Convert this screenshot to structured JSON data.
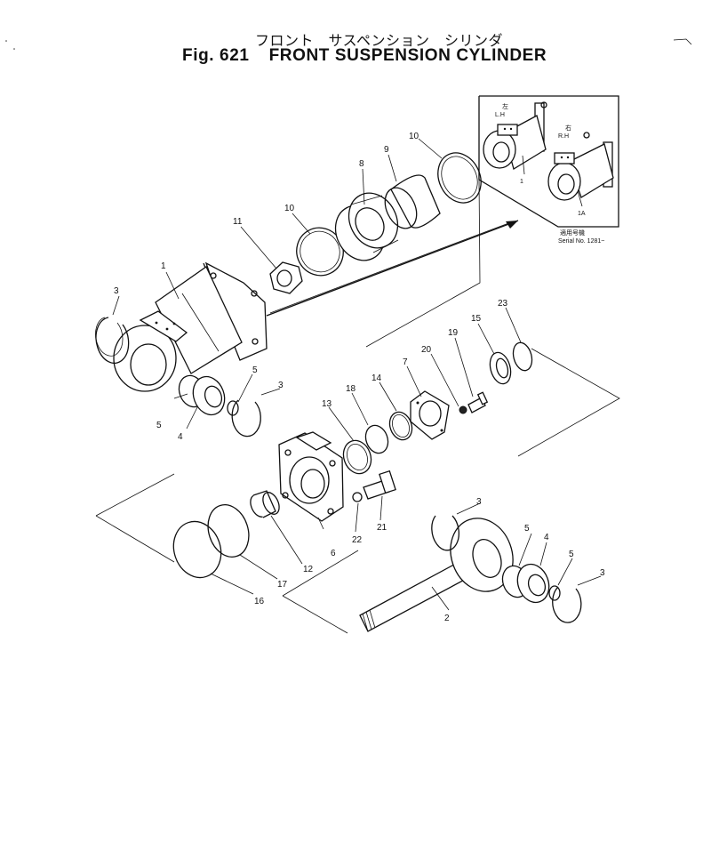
{
  "title": {
    "japanese": "フロント　サスペンション　シリンダ",
    "fig_label": "Fig. 621",
    "english": "FRONT SUSPENSION CYLINDER"
  },
  "inset": {
    "lh_kanji": "左",
    "lh_label": "L.H",
    "rh_kanji": "右",
    "rh_label": "R.H",
    "part_1": "1",
    "part_1a": "1A",
    "serial_jp": "適用号機",
    "serial_en": "Serial No. 1281~"
  },
  "part_labels": {
    "p1": "1",
    "p2": "2",
    "p3a": "3",
    "p3b": "3",
    "p3c": "3",
    "p3d": "3",
    "p4a": "4",
    "p4b": "4",
    "p5a": "5",
    "p5b": "5",
    "p5c": "5",
    "p5d": "5",
    "p6": "6",
    "p7": "7",
    "p8": "8",
    "p9": "9",
    "p10a": "10",
    "p10b": "10",
    "p11": "11",
    "p12": "12",
    "p13": "13",
    "p14": "14",
    "p15": "15",
    "p16": "16",
    "p17": "17",
    "p18": "18",
    "p19": "19",
    "p20": "20",
    "p21": "21",
    "p22": "22",
    "p23": "23"
  }
}
